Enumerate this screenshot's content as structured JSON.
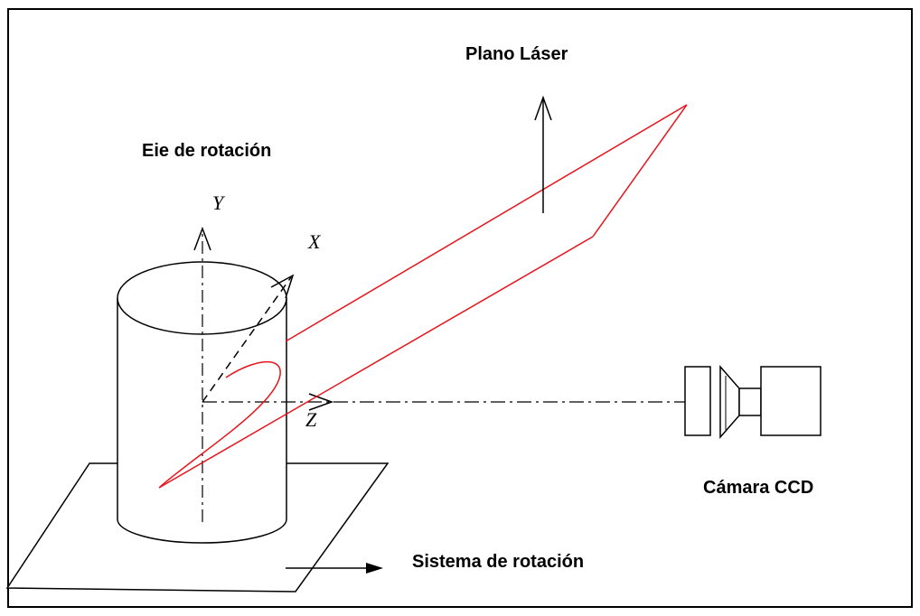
{
  "labels": {
    "laser_plane": "Plano Láser",
    "rotation_axis": "Eie de rotación",
    "camera": "Cámara CCD",
    "rotation_system": "Sistema de rotación"
  },
  "axes": {
    "y": "Y",
    "x": "X",
    "z": "Z"
  },
  "colors": {
    "laser": "#e8141b",
    "ink": "#000000"
  }
}
